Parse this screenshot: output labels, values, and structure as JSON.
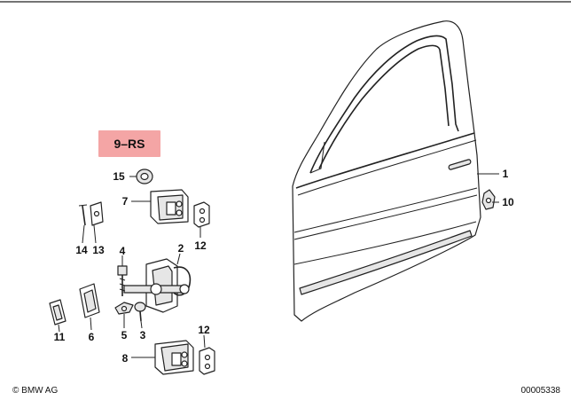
{
  "highlight_label": "9–RS",
  "copyright": "© BMW AG",
  "image_number": "00005338",
  "callouts": [
    "1",
    "2",
    "3",
    "4",
    "5",
    "6",
    "7",
    "8",
    "10",
    "11",
    "12",
    "12",
    "13",
    "14",
    "15"
  ],
  "colors": {
    "highlight_fill": "#f4a5a5",
    "line": "#222222"
  }
}
